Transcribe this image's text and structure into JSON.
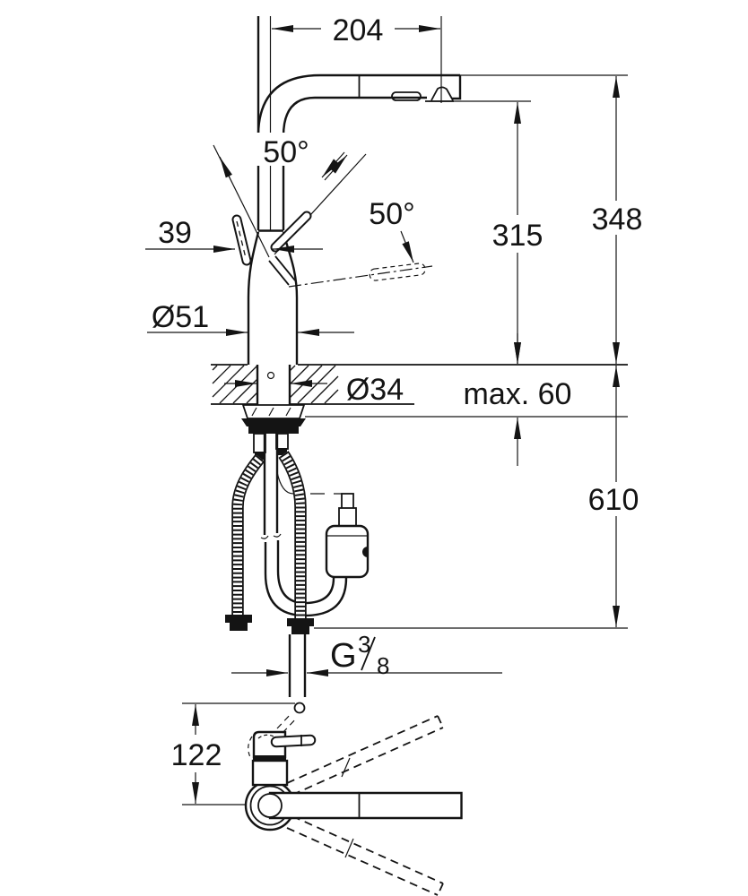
{
  "drawing": {
    "kind": "faucet-installation-dimension-drawing",
    "colors": {
      "line": "#141414",
      "background": "#ffffff"
    },
    "dimensions": {
      "spout_reach": "204",
      "lever_angle_left": "50°",
      "lever_angle_right": "50°",
      "lever_offset": "39",
      "body_diameter": "Ø51",
      "hole_diameter": "Ø34",
      "max_deck_thickness": "max. 60",
      "height_to_outlet": "315",
      "height_total": "348",
      "hose_drop": "610",
      "swivel_depth": "122",
      "thread": {
        "prefix": "G",
        "numerator": "3",
        "denominator": "8"
      }
    }
  }
}
